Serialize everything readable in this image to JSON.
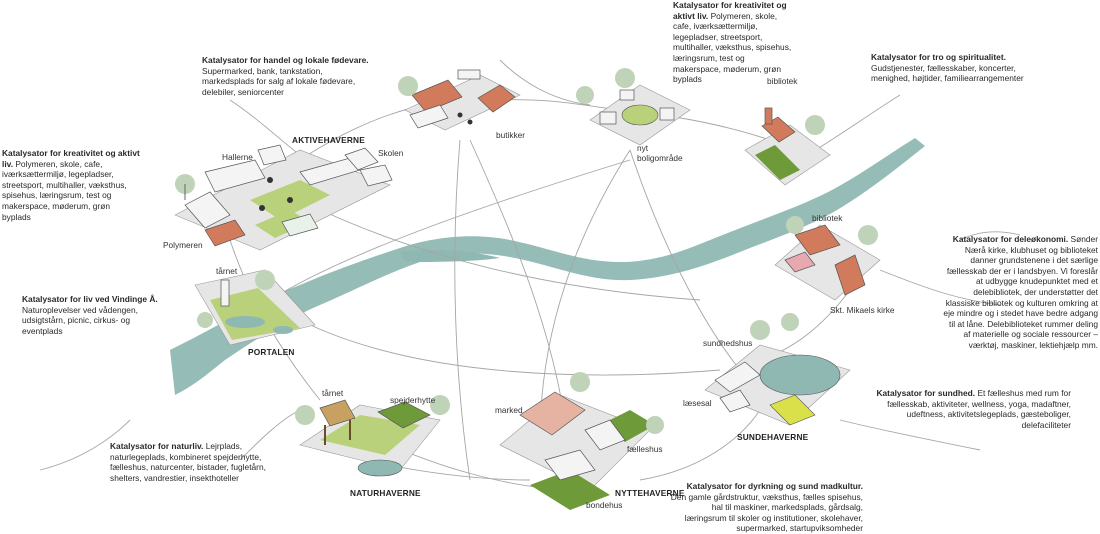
{
  "captions": {
    "handel": {
      "title": "Katalysator for handel og lokale fødevare.",
      "body": "Supermarked, bank, tankstation, markedsplads for salg af lokale fødevare, delebiler, seniorcenter"
    },
    "kreativ_top": {
      "title": "Katalysator for kreativitet og aktivt liv.",
      "body": "Polymeren, skole, cafe, iværksættermiljø, legepladser, streetsport, multihaller, vækst­hus, spisehus, læringsrum, test og makerspace, møderum, grøn byplads"
    },
    "tro": {
      "title": "Katalysator for tro og spiritualitet.",
      "body": "Gudstjenester, fællesskaber, koncerter, menighed, højtider, familiearrangementer"
    },
    "kreativ_left": {
      "title": "Katalysator for kreativitet og aktivt liv.",
      "body": "Polymeren, skole, cafe, iværksættermiljø, legepladser, streetsport, multihaller, væksthus, spisehus, læringsrum, test og makerspace, møderum, grøn byplads"
    },
    "deleokonomi": {
      "title": "Katalysator for deleøkonomi.",
      "body": "Sønder Nærå kirke, klubhuset og biblioteket danner grundstenene i det særlige fællesskab der er i landsbyen. Vi foreslår at udbygge knudepunktet med et delebibliotek, der understøtter det klassiske bibliotek og kulturen omkring at eje mindre og i stedet have bedre adgang til at låne. Delebiblioteket rummer deling af materielle og sociale ressourcer – værktøj, maskiner, lektiehjælp mm."
    },
    "vindinge": {
      "title": "Katalysator for liv ved Vindinge Å.",
      "body": "Naturoplevelser ved vådengen, udsigtstårn, picnic, cirkus- og eventplads"
    },
    "sundhed": {
      "title": "Katalysator for sundhed.",
      "body": "Et fælleshus med rum for fællesskab, aktiviteter, wellness, yoga, madaftner, udeftness, aktivitetslegeplads, gæsteboliger, delefaciliteter"
    },
    "naturliv": {
      "title": "Katalysator for naturliv.",
      "body": "Lejrplads, naturlegeplads, kombineret spejderhytte, fælleshus, naturcenter, bistader, fugletårn, shelters, vandrestier, insekthoteller"
    },
    "dyrkning": {
      "title": "Katalysator for dyrkning og sund madkultur.",
      "body": "Den gamle gårdstruktur, væksthus, fælles spisehus, hal til maskiner, markedsplads, gårdsalg, læringsrum til skoler og institutioner, skolehaver, supermarked, startupviksomheder"
    }
  },
  "hubs": {
    "aktivehaverne": "AKTIVEHAVERNE",
    "portalen": "PORTALEN",
    "naturhaverne": "NATURHAVERNE",
    "nyttehaverne": "NYTTEHAVERNE",
    "sundehaverne": "SUNDEHAVERNE"
  },
  "labels": {
    "hallerne": "Hallerne",
    "skolen": "Skolen",
    "polymeren": "Polymeren",
    "butikker": "butikker",
    "nyt_boligomraade": "nyt\nboligområde",
    "bibliotek_top": "bibliotek",
    "bibliotek_right": "bibliotek",
    "skt_mikaels": "Skt. Mikaels kirke",
    "taarnet_portal": "tårnet",
    "taarnet_natur": "tårnet",
    "spejderhytte": "spejderhytte",
    "marked": "marked",
    "faelleshus": "fælleshus",
    "bondehus": "bondehus",
    "sundhedshus": "sundhedshus",
    "laesesal": "læsesal"
  },
  "colors": {
    "river": "#8fb8b2",
    "ground": "#e6e6e6",
    "grass": "#b9d17a",
    "field": "#6e9a3a",
    "brick": "#d27b5c",
    "roads": "#999999"
  }
}
